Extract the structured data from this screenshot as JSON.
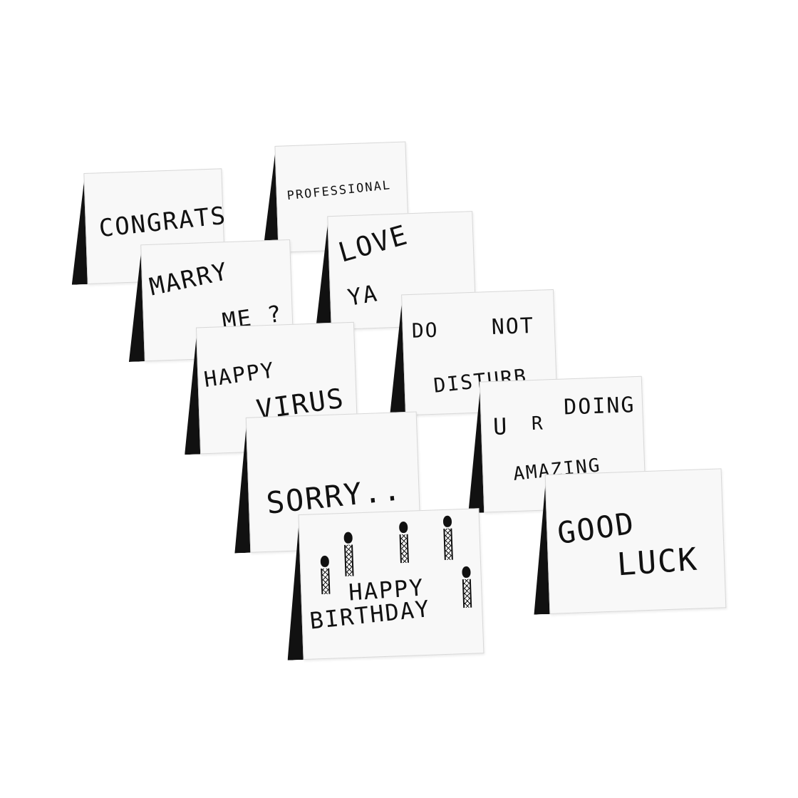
{
  "cards": {
    "congrats": "CONGRATS",
    "professional": "PROFESSIONAL",
    "marry_1": "MARRY",
    "marry_2": "ME ?",
    "love_1": "LOVE",
    "love_2": "YA",
    "virus_1": "HAPPY",
    "virus_2": "VIRUS",
    "dnd_1": "DO",
    "dnd_2": "NOT",
    "dnd_3": "DISTURB",
    "doing_1": "U",
    "doing_2": "R",
    "doing_3": "DOING",
    "doing_4": "AMAZING",
    "sorry": "SORRY..",
    "luck_1": "GOOD",
    "luck_2": "LUCK",
    "bday_1": "HAPPY",
    "bday_2": "BIRTHDAY"
  },
  "colors": {
    "ink": "#111111",
    "card": "#f8f8f8",
    "fold": "#111111",
    "background": "#ffffff"
  },
  "icons": [
    "birthday-candle-icon"
  ]
}
